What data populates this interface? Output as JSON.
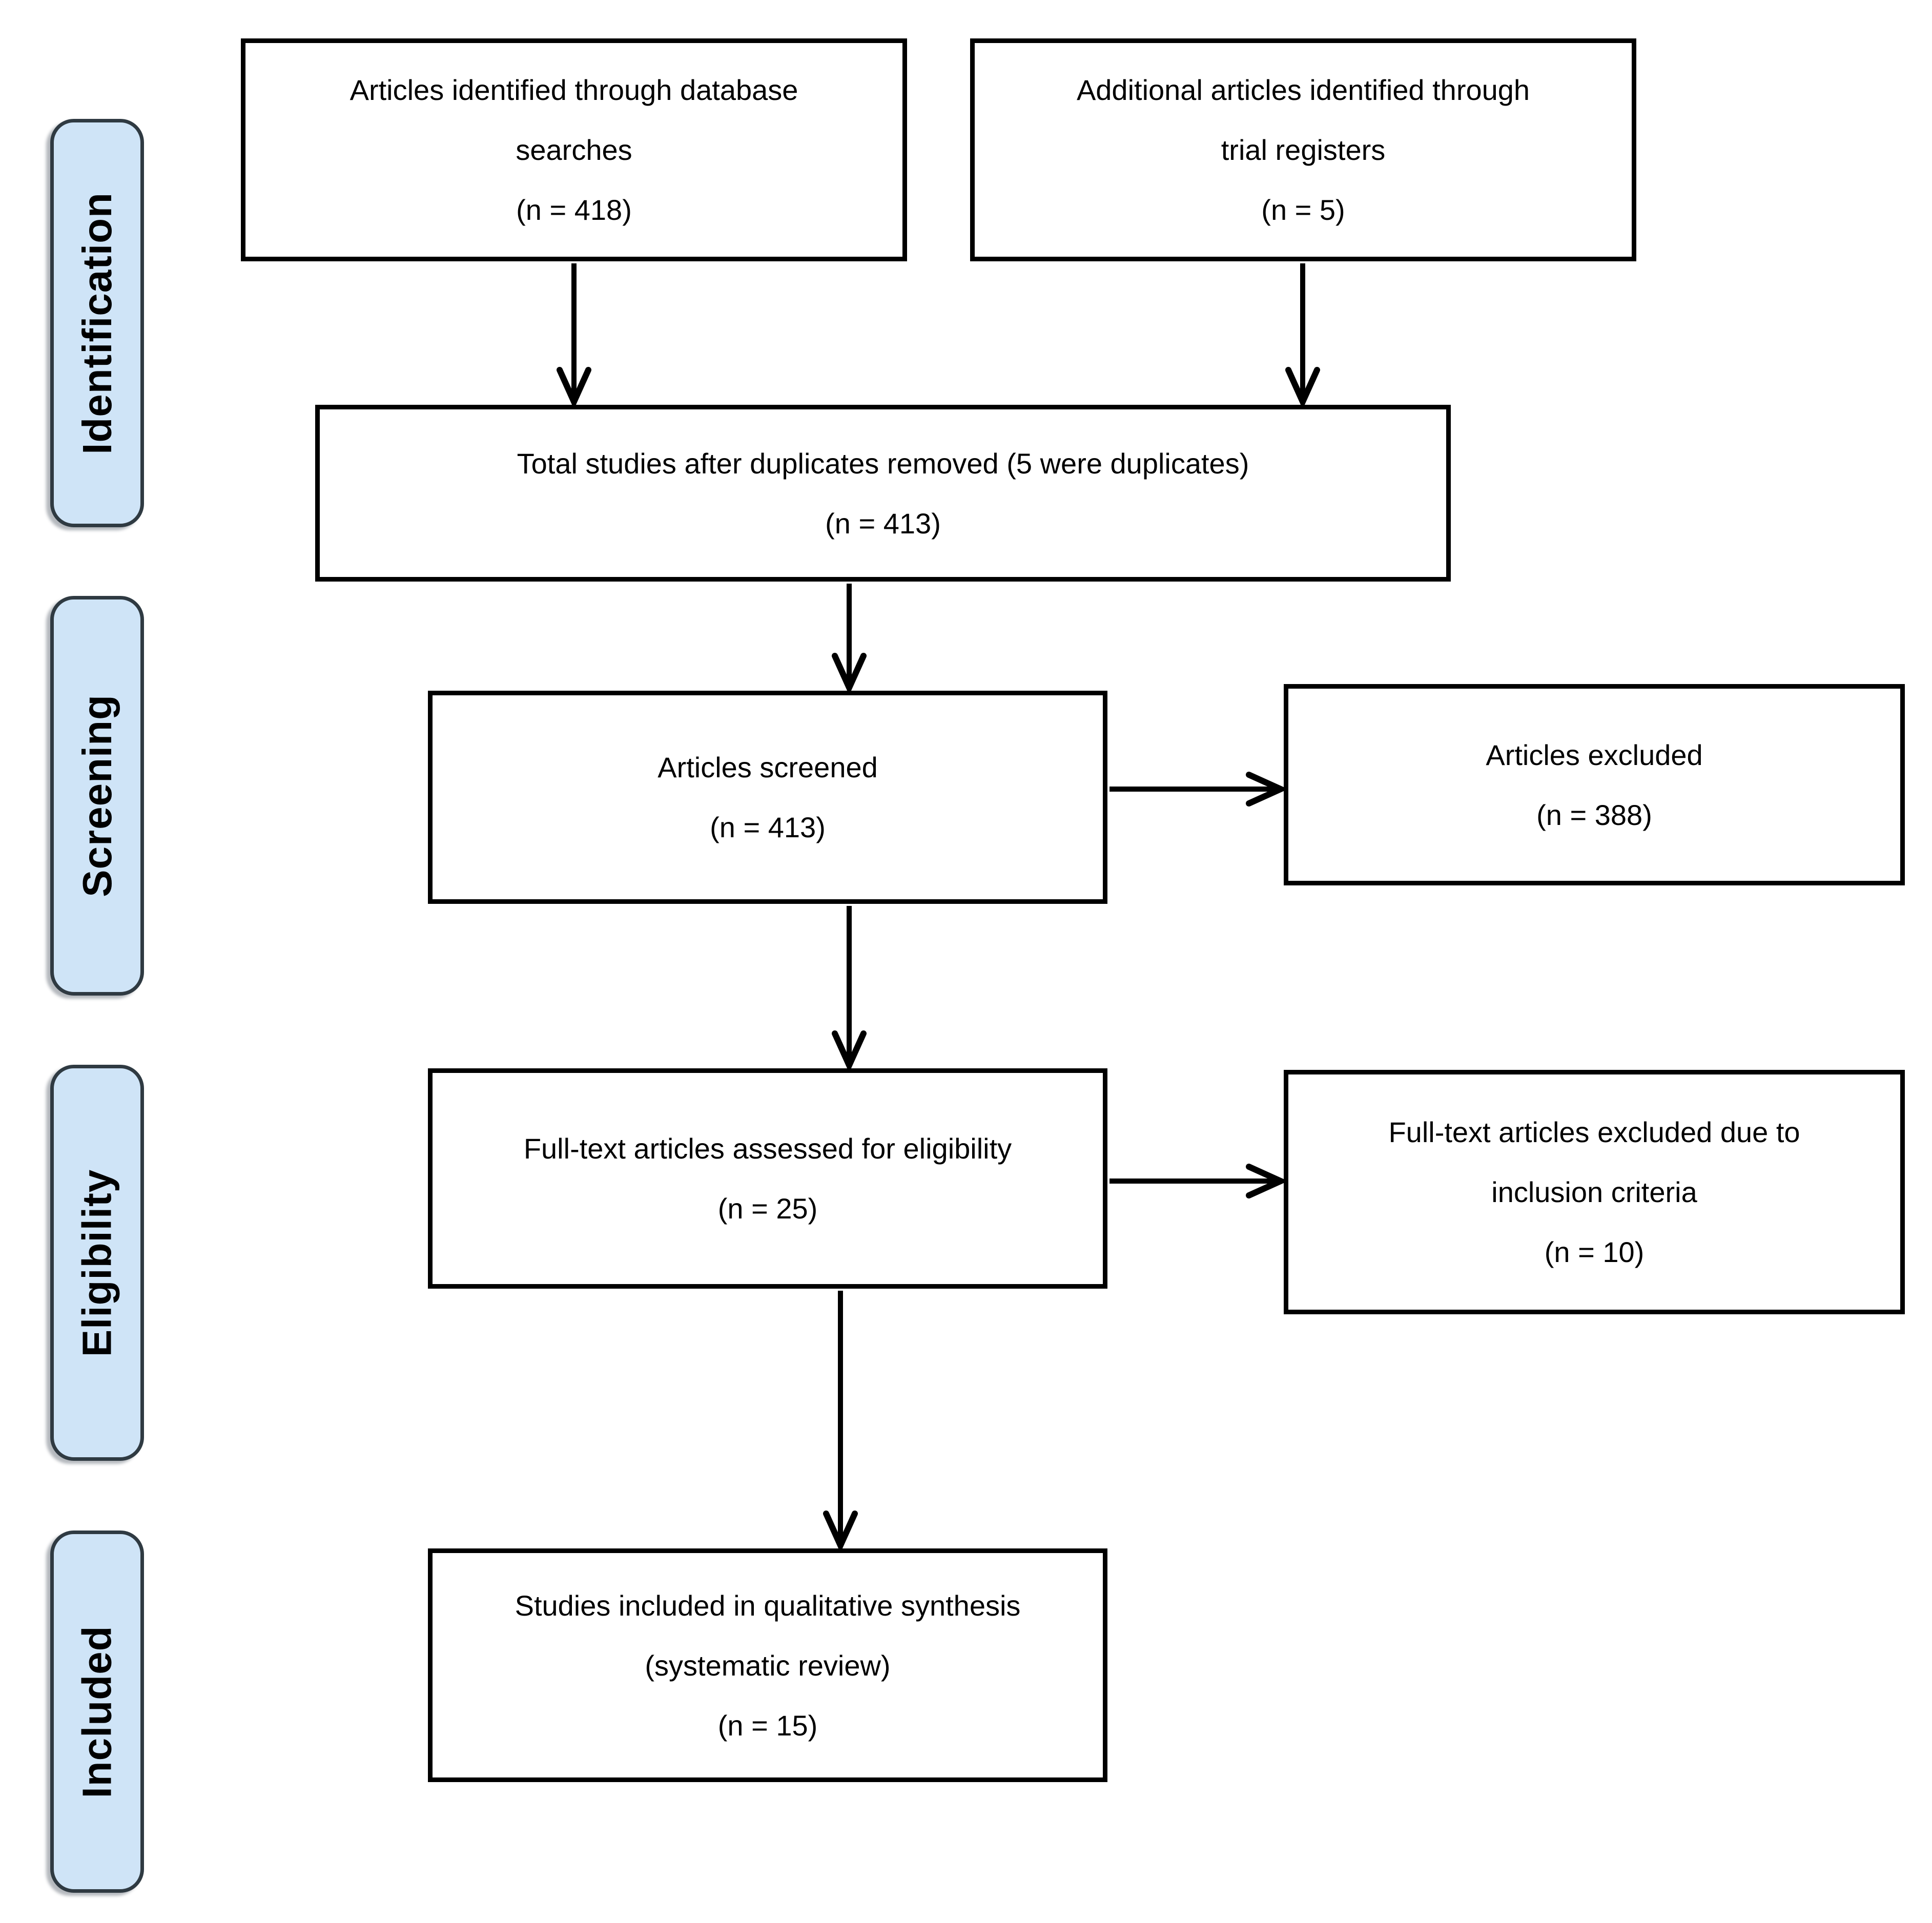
{
  "sidebar": {
    "labels": [
      "Identification",
      "Screening",
      "Eligibility",
      "Included"
    ]
  },
  "flow": {
    "box1": {
      "lines": [
        "Articles identified through database",
        "searches",
        "(n = 418)"
      ]
    },
    "box2": {
      "lines": [
        "Additional articles identified through",
        "trial registers",
        "(n = 5)"
      ]
    },
    "box3": {
      "lines": [
        "Total studies after duplicates removed (5 were duplicates)",
        "(n = 413)"
      ]
    },
    "box4": {
      "lines": [
        "Articles screened",
        "(n = 413)"
      ]
    },
    "box5": {
      "lines": [
        "Articles excluded",
        "(n = 388)"
      ]
    },
    "box6": {
      "lines": [
        "Full-text articles assessed for eligibility",
        "(n = 25)"
      ]
    },
    "box7": {
      "lines": [
        "Full-text articles excluded due to",
        "inclusion criteria",
        "(n = 10)"
      ]
    },
    "box8": {
      "lines": [
        "Studies included in qualitative synthesis",
        "(systematic review)",
        "(n = 15)"
      ]
    }
  },
  "colors": {
    "stage_fill": "#cfe4f7",
    "stage_border": "#2f3a42",
    "box_border": "#000000",
    "arrow": "#000000",
    "text": "#000000",
    "background": "#ffffff"
  }
}
